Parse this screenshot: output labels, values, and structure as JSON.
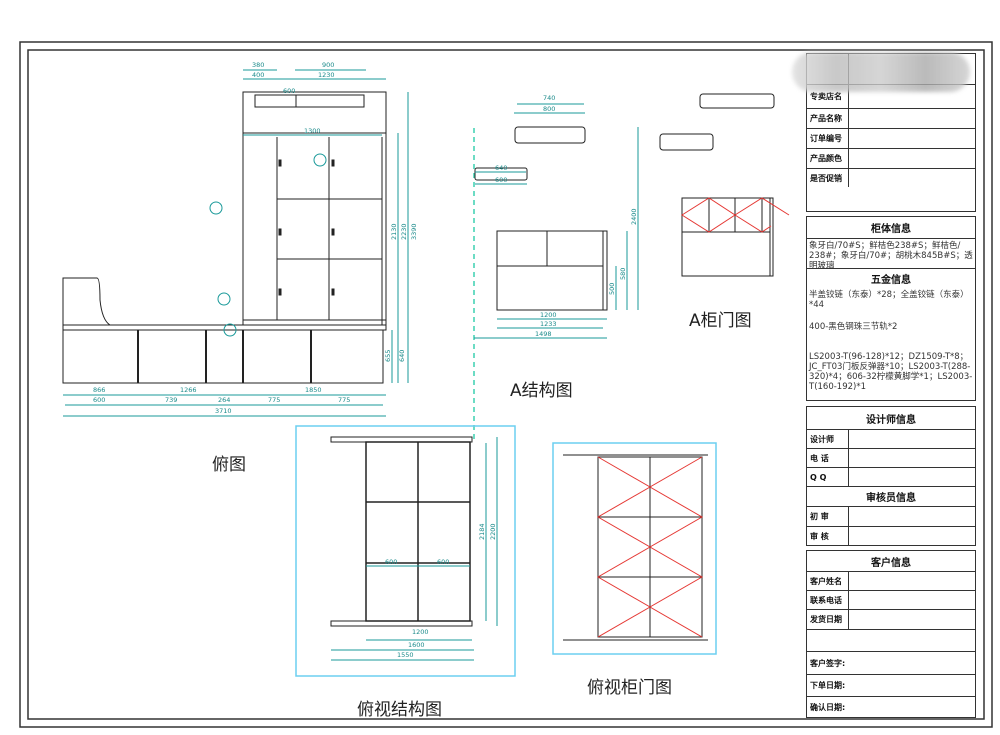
{
  "colors": {
    "dimension": "#1a9a9a",
    "door_cross": "#e53935",
    "frame_highlight": "#6ccff0"
  },
  "titles": {
    "plan": "俯图",
    "a_structure": "A结构图",
    "a_door": "A柜门图",
    "top_structure": "俯视结构图",
    "top_door": "俯视柜门图"
  },
  "dims": {
    "plan_top": [
      "380",
      "900",
      "400",
      "1230",
      "600",
      "1300"
    ],
    "plan_right": [
      "2130",
      "2230",
      "3390",
      "655",
      "640"
    ],
    "plan_bottom1": [
      "866",
      "1266",
      "1850"
    ],
    "plan_bottom2": [
      "600",
      "739",
      "264",
      "775",
      "775"
    ],
    "plan_total": "3710",
    "a_struct": [
      "740",
      "800",
      "640",
      "600",
      "1200",
      "1233",
      "1498",
      "2400",
      "580",
      "500"
    ],
    "top_struct": [
      "600",
      "600",
      "1200",
      "1600",
      "1550",
      "2184",
      "2200"
    ]
  },
  "info": {
    "shop_label": "专卖店名",
    "product_label": "产品名称",
    "order_label": "订单编号",
    "color_label": "产品颜色",
    "promo_label": "是否促销",
    "cabinet_header": "柜体信息",
    "cabinet_text": "象牙白/70#S；鲜桔色238#S；鲜桔色/ 238#；象牙白/70#；胡桃木845B#S；透明玻璃",
    "hardware_header": "五金信息",
    "hardware_lines": [
      "半盖铰链（东泰）*28；全盖铰链（东泰）*44",
      "400-黑色钢珠三节轨*2",
      "LS2003-T(96-128)*12；DZ1509-T*8；JC_FT03门板反弹器*10；LS2003-T(288-320)*4；606-32柠檬黄脚学*1；LS2003-T(160-192)*1"
    ],
    "designer_header": "设计师信息",
    "designer_label": "设计师",
    "phone_label": "电 话",
    "qq_label": "Q Q",
    "reviewer_header": "审核员信息",
    "first_review_label": "初 审",
    "review_label": "审 核",
    "customer_header": "客户信息",
    "customer_name_label": "客户姓名",
    "contact_label": "联系电话",
    "ship_date_label": "发货日期",
    "signature_label": "客户签字:",
    "order_date_label": "下单日期:",
    "confirm_date_label": "确认日期:"
  }
}
